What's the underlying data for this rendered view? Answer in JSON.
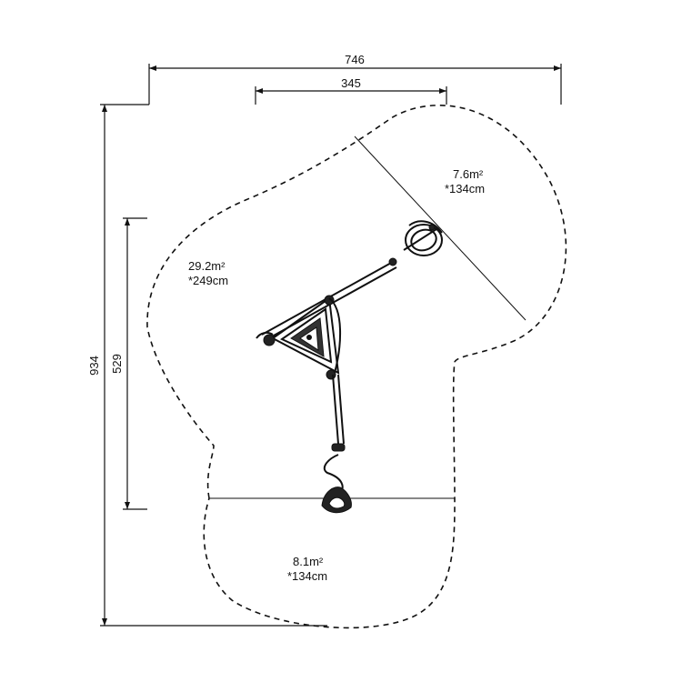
{
  "dimensions": {
    "total_width": "746",
    "inner_width": "345",
    "total_height": "934",
    "inner_height": "529"
  },
  "zones": [
    {
      "area": "29.2m²",
      "fall_height": "*249cm"
    },
    {
      "area": "7.6m²",
      "fall_height": "*134cm"
    },
    {
      "area": "8.1m²",
      "fall_height": "*134cm"
    }
  ]
}
